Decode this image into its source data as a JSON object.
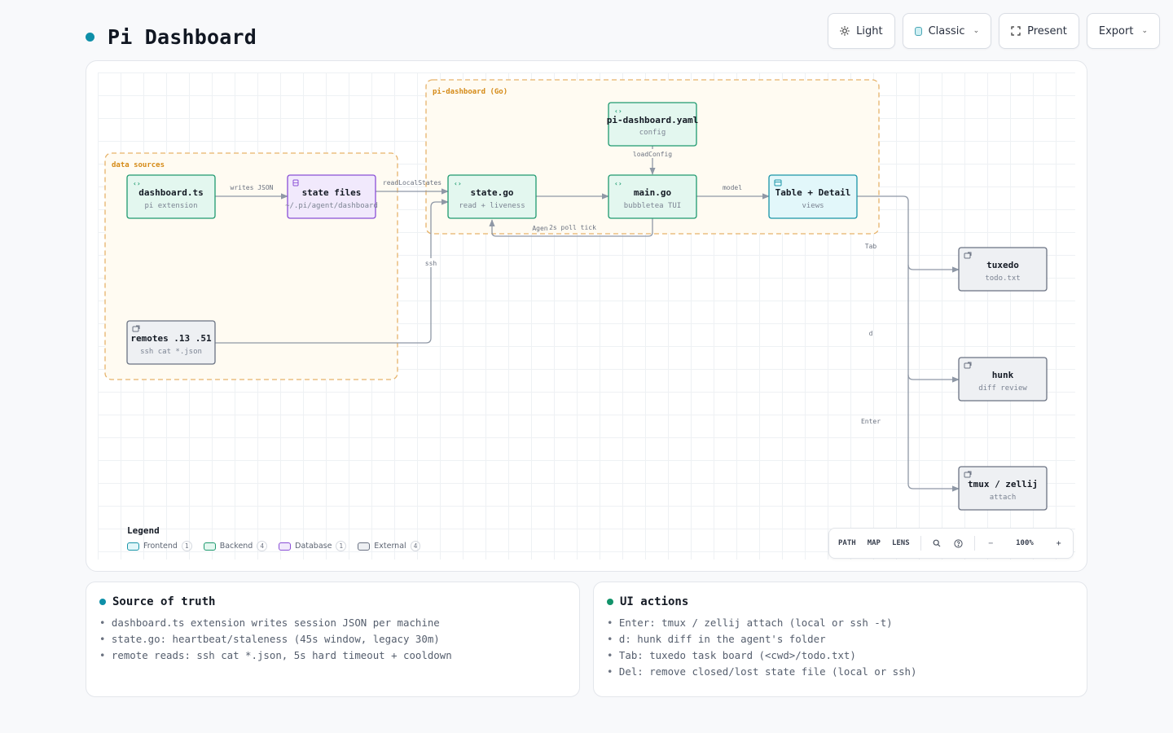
{
  "header": {
    "title": "Pi Dashboard",
    "dot_color": "#0e8fa8"
  },
  "toolbar": {
    "theme_label": "Light",
    "style_label": "Classic",
    "present_label": "Present",
    "export_label": "Export"
  },
  "diagram": {
    "groups": {
      "data_sources": "data sources",
      "pi_dashboard": "pi-dashboard (Go)"
    },
    "nodes": {
      "dashboard_ts": {
        "title": "dashboard.ts",
        "subtitle": "pi extension",
        "kind": "Backend",
        "icon": "code-icon"
      },
      "state_files": {
        "title": "state files",
        "subtitle": "~/.pi/agent/dashboard",
        "kind": "Database",
        "icon": "database-icon"
      },
      "remotes": {
        "title": "remotes .13 .51",
        "subtitle": "ssh cat *.json",
        "kind": "External",
        "icon": "external-link-icon"
      },
      "state_go": {
        "title": "state.go",
        "subtitle": "read + liveness",
        "kind": "Backend",
        "icon": "code-icon"
      },
      "yaml": {
        "title": "pi-dashboard.yaml",
        "subtitle": "config",
        "kind": "Backend",
        "icon": "code-icon"
      },
      "main_go": {
        "title": "main.go",
        "subtitle": "bubbletea TUI",
        "kind": "Backend",
        "icon": "code-icon"
      },
      "table_detail": {
        "title": "Table + Detail",
        "subtitle": "views",
        "kind": "Frontend",
        "icon": "window-icon"
      },
      "tuxedo": {
        "title": "tuxedo",
        "subtitle": "todo.txt",
        "kind": "External",
        "icon": "external-link-icon"
      },
      "hunk": {
        "title": "hunk",
        "subtitle": "diff review",
        "kind": "External",
        "icon": "external-link-icon"
      },
      "tmux": {
        "title": "tmux / zellij",
        "subtitle": "attach",
        "kind": "External",
        "icon": "external-link-icon"
      }
    },
    "edges": {
      "writes_json": "writes JSON",
      "read_local_states": "readLocalStates",
      "ssh": "ssh",
      "load_config": "loadConfig",
      "model": "model",
      "agen": "Agen",
      "poll_tick": "2s poll tick",
      "tab": "Tab",
      "d": "d",
      "enter": "Enter"
    },
    "colors": {
      "backend_fill": "#e3f7ef",
      "backend_stroke": "#1f9a6f",
      "frontend_fill": "#e2f7fa",
      "frontend_stroke": "#1995a8",
      "database_fill": "#f1e9fc",
      "database_stroke": "#8a4fd6",
      "external_fill": "#eef0f3",
      "external_stroke": "#6a7282",
      "group_fill": "#fffbf2",
      "group_stroke": "#e6b26a",
      "edge": "#8f98a6"
    }
  },
  "legend": {
    "title": "Legend",
    "items": [
      {
        "label": "Frontend",
        "count": "1"
      },
      {
        "label": "Backend",
        "count": "4"
      },
      {
        "label": "Database",
        "count": "1"
      },
      {
        "label": "External",
        "count": "4"
      }
    ]
  },
  "controls": {
    "path": "PATH",
    "map": "MAP",
    "lens": "LENS",
    "zoom": "100%",
    "zoom_out": "−",
    "zoom_in": "+"
  },
  "source_of_truth": {
    "title": "Source of truth",
    "dot_color": "#0e8fa8",
    "items": [
      "dashboard.ts extension writes session JSON per machine",
      "state.go: heartbeat/staleness (45s window, legacy 30m)",
      "remote reads: ssh cat *.json, 5s hard timeout + cooldown"
    ]
  },
  "ui_actions": {
    "title": "UI actions",
    "dot_color": "#12936a",
    "items": [
      "Enter: tmux / zellij attach (local or ssh -t)",
      "d: hunk diff in the agent's folder",
      "Tab: tuxedo task board (<cwd>/todo.txt)",
      "Del: remove closed/lost state file (local or ssh)"
    ]
  }
}
